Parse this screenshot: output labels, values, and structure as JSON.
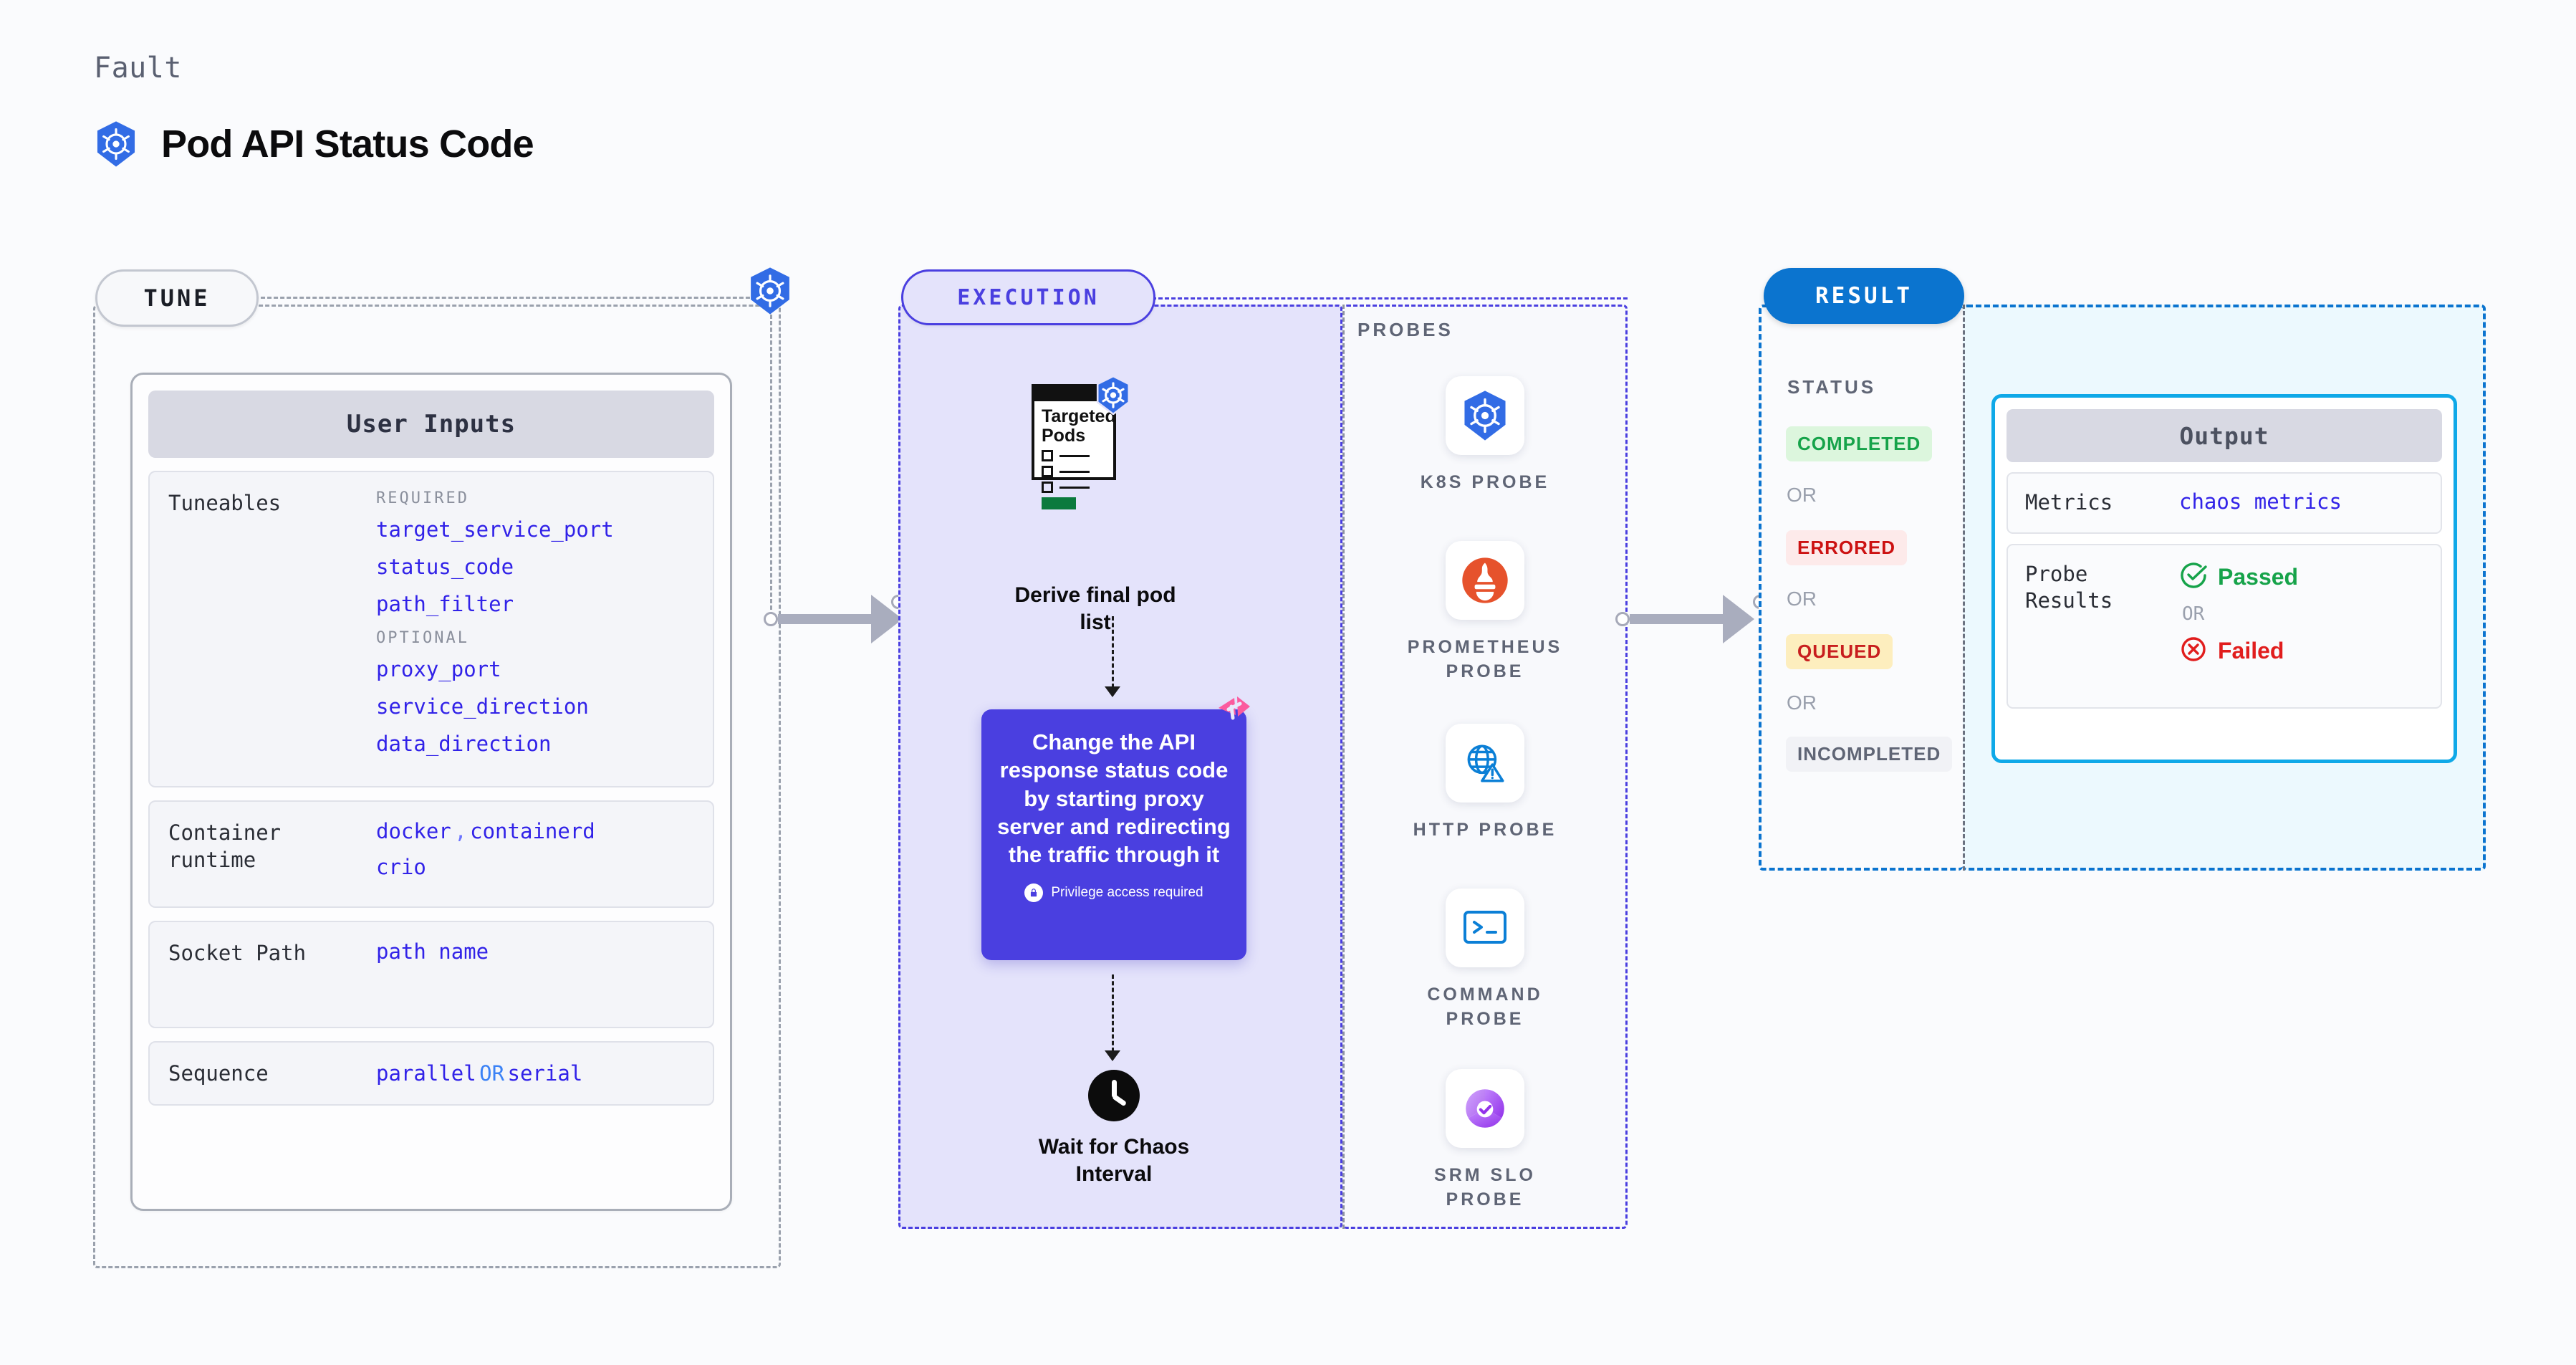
{
  "header": {
    "eyebrow": "Fault",
    "title": "Pod API Status Code",
    "icon": "kubernetes-icon"
  },
  "tune": {
    "pill_label": "TUNE",
    "card_title": "User Inputs",
    "rows": [
      {
        "label": "Tuneables",
        "groups": [
          {
            "head": "REQUIRED",
            "items": [
              "target_service_port",
              "status_code",
              "path_filter"
            ]
          },
          {
            "head": "OPTIONAL",
            "items": [
              "proxy_port",
              "service_direction",
              "data_direction"
            ]
          }
        ]
      },
      {
        "label": "Container runtime",
        "values_line1": "docker",
        "separator": ",",
        "values_line1b": "containerd",
        "values_line2": "crio"
      },
      {
        "label": "Socket Path",
        "value": "path name"
      },
      {
        "label": "Sequence",
        "value_a": "parallel",
        "or": "OR",
        "value_b": "serial"
      }
    ]
  },
  "execution": {
    "pill_label": "EXECUTION",
    "doc_node": {
      "title_line1": "Targeted",
      "title_line2": "Pods",
      "caption": "Derive final pod list",
      "badge_icon": "kubernetes-icon"
    },
    "action": {
      "text": "Change the API response status code by starting proxy server and redirecting the traffic through it",
      "privilege_note": "Privilege access required",
      "privilege_icon": "lock-icon",
      "corner_icon": "chaos-flag-icon"
    },
    "wait_node": {
      "caption_line1": "Wait for Chaos",
      "caption_line2": "Interval",
      "icon": "clock-icon"
    }
  },
  "probes": {
    "label": "PROBES",
    "items": [
      {
        "name": "K8S PROBE",
        "icon": "kubernetes-icon"
      },
      {
        "name": "PROMETHEUS PROBE",
        "icon": "prometheus-icon"
      },
      {
        "name": "HTTP PROBE",
        "icon": "globe-warning-icon"
      },
      {
        "name": "COMMAND PROBE",
        "icon": "terminal-icon"
      },
      {
        "name": "SRM SLO PROBE",
        "icon": "srm-slo-icon"
      }
    ]
  },
  "result": {
    "pill_label": "RESULT",
    "status_label": "STATUS",
    "or_label": "OR",
    "statuses": [
      {
        "text": "COMPLETED",
        "color": "#16a34a",
        "bg": "#dcf6dd"
      },
      {
        "text": "ERRORED",
        "color": "#cc1111",
        "bg": "#fdeaea"
      },
      {
        "text": "QUEUED",
        "color": "#c81e1e",
        "bg": "#fdeebe"
      },
      {
        "text": "INCOMPLETED",
        "color": "#5f6575",
        "bg": "#f1f2f6"
      }
    ],
    "output": {
      "title": "Output",
      "metrics_label": "Metrics",
      "metrics_value": "chaos metrics",
      "probe_results_label": "Probe Results",
      "passed_label": "Passed",
      "or_label": "OR",
      "failed_label": "Failed",
      "passed_icon": "check-circle-icon",
      "failed_icon": "x-circle-icon"
    }
  },
  "colors": {
    "k8s_blue": "#326ce5",
    "execution_purple": "#4a3fe0",
    "result_blue": "#0b74cf",
    "output_cyan": "#0fa9e8",
    "mono_value": "#3122e8"
  }
}
